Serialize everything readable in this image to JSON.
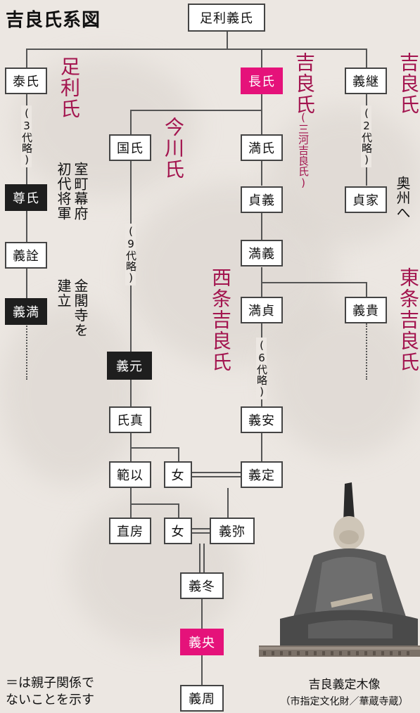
{
  "title": "吉良氏系図",
  "nodes": {
    "ashikaga_yoshiuji": "足利義氏",
    "yasuuji": "泰氏",
    "osauji": "長氏",
    "yoshitsugu": "義継",
    "kuniuji": "国氏",
    "mitsuuji": "満氏",
    "sadayoshi": "貞義",
    "sadaie": "貞家",
    "mitsuyoshi": "満義",
    "mitsusada": "満貞",
    "yoshitaka": "義貴",
    "takauji": "尊氏",
    "yoshiakira": "義詮",
    "yoshimitsu": "義満",
    "yoshimoto": "義元",
    "ujizane": "氏真",
    "yoshiyasu": "義安",
    "norimochi": "範以",
    "daughter1": "女",
    "yoshisada": "義定",
    "naofusa": "直房",
    "daughter2": "女",
    "yoshimitsu2": "義弥",
    "yoshifuyu": "義冬",
    "yoshihisa": "義央",
    "yoshichika": "義周"
  },
  "clans": {
    "ashikaga": "足利氏",
    "imagawa": "今川氏",
    "kira": "吉良氏",
    "mikawa": "(三河吉良氏)",
    "kira2": "吉良氏",
    "saijo": "西条吉良氏",
    "tojo": "東条吉良氏"
  },
  "notes": {
    "omit3": "(3代略)",
    "omit2": "(2代略)",
    "omit9": "(9代略)",
    "omit6": "(6代略)",
    "to_oshu": "奥州へ",
    "shogun1": "室町幕府",
    "shogun2": "初代将軍",
    "kinkaku1": "金閣寺を",
    "kinkaku2": "建立"
  },
  "legend": [
    "＝は親子関係で",
    "ないことを示す"
  ],
  "caption": {
    "title": "吉良義定木像",
    "sub": "（市指定文化財／華蔵寺蔵）"
  },
  "colors": {
    "accent": "#e5127a",
    "clan_text": "#a3154f",
    "dark_box": "#1e1e1e"
  }
}
